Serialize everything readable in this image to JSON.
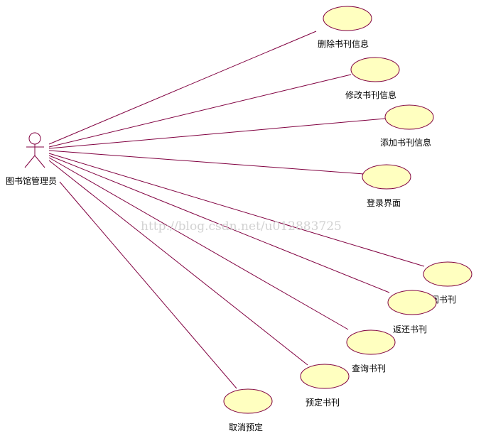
{
  "diagram": {
    "actor": {
      "label": "图书馆管理员"
    },
    "use_cases": [
      {
        "id": "delete",
        "label": "删除书刊信息"
      },
      {
        "id": "modify",
        "label": "修改书刊信息"
      },
      {
        "id": "add",
        "label": "添加书刊信息"
      },
      {
        "id": "login",
        "label": "登录界面"
      },
      {
        "id": "borrow",
        "label": "借阅书刊"
      },
      {
        "id": "return",
        "label": "返还书刊"
      },
      {
        "id": "query",
        "label": "查询书刊"
      },
      {
        "id": "reserve",
        "label": "预定书刊"
      },
      {
        "id": "cancel",
        "label": "取消预定"
      }
    ],
    "watermark": "http://blog.csdn.net/u012883725",
    "colors": {
      "line": "#800040",
      "ellipse_fill": "#ffffc0",
      "ellipse_stroke": "#800040",
      "actor_stroke": "#800040",
      "watermark": "#d2d2d2"
    }
  }
}
